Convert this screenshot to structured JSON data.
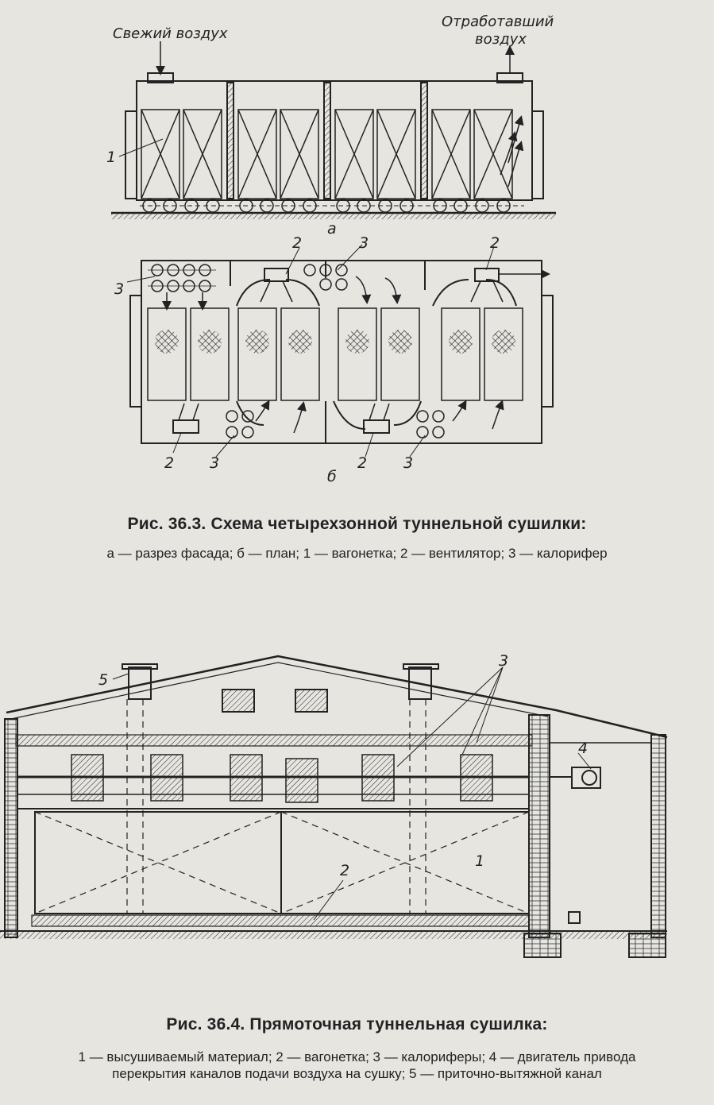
{
  "fig1": {
    "label_fresh_air": "Свежий воздух",
    "label_exhaust_air_line1": "Отработавший",
    "label_exhaust_air_line2": "воздух",
    "sublabel_a": "а",
    "sublabel_b": "б",
    "callouts_a": [
      "1"
    ],
    "callouts_b": [
      "2",
      "3",
      "3",
      "2",
      "2",
      "3",
      "2",
      "3"
    ],
    "title": "Рис. 36.3. Схема четырехзонной туннельной сушилки:",
    "legend": "а — разрез фасада; б — план; 1 — вагонетка; 2 — вентилятор; 3 — калорифер"
  },
  "fig2": {
    "callouts": [
      "5",
      "3",
      "4",
      "1",
      "2"
    ],
    "title": "Рис. 36.4. Прямоточная туннельная сушилка:",
    "legend_line1": "1 — высушиваемый материал; 2 — вагонетка; 3 — калориферы; 4 — двигатель привода",
    "legend_line2": "перекрытия каналов подачи воздуха на сушку; 5 — приточно-вытяжной канал"
  },
  "colors": {
    "ink": "#222222",
    "paper": "#e6e5e0"
  }
}
